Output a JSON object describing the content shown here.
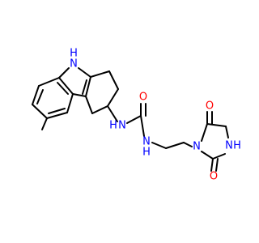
{
  "molecule": {
    "atom_labels": {
      "indole_nh": "H",
      "indole_n": "N",
      "urea_nh_left_n": "N",
      "urea_nh_left_h": "H",
      "urea_nh_right_n": "N",
      "urea_nh_right_h": "H",
      "urea_o": "O",
      "hyd_n1": "N",
      "hyd_nh_n": "N",
      "hyd_nh_h": "H",
      "hyd_o_top": "O",
      "hyd_o_bottom": "O"
    },
    "colors": {
      "bond": "#000000",
      "nitrogen": "#0000ff",
      "oxygen": "#ff0000"
    }
  }
}
